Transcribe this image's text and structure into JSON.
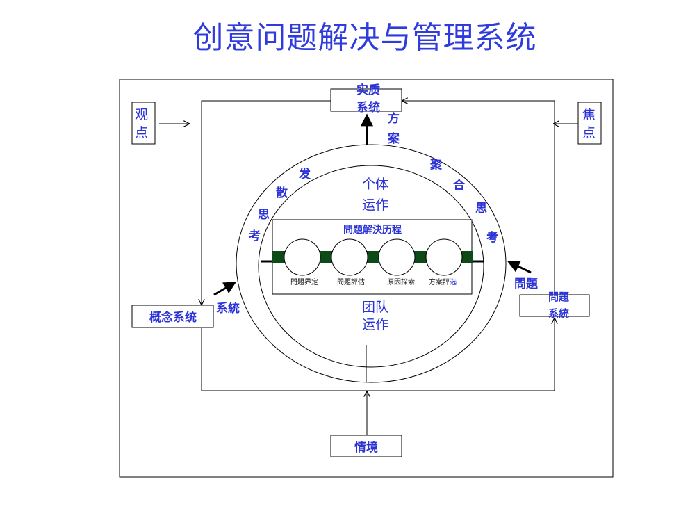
{
  "title": "创意问题解决与管理系统",
  "boxes": {
    "essence": [
      "实质",
      "系统"
    ],
    "viewpoint": [
      "观",
      "点"
    ],
    "focus": [
      "焦",
      "点"
    ],
    "concept": "概念系统",
    "problem": [
      "問題",
      "系統"
    ],
    "situation": "情境"
  },
  "ellipse": {
    "individual": [
      "个体",
      "运作"
    ],
    "team": [
      "团队",
      "运作"
    ],
    "process_title": "問題解決历程",
    "steps": [
      "問題界定",
      "問題評估",
      "原因探索",
      "方案評"
    ],
    "steps_last_suffix": "选"
  },
  "arc_labels": {
    "divergent": [
      "发",
      "散",
      "思",
      "考"
    ],
    "convergent": [
      "聚",
      "合",
      "思",
      "考"
    ],
    "plan": [
      "方",
      "案"
    ],
    "system_left": "系統",
    "problem_right": "問題"
  },
  "colors": {
    "accent": "#2b33d6",
    "node_fill": "#0e4a17"
  }
}
